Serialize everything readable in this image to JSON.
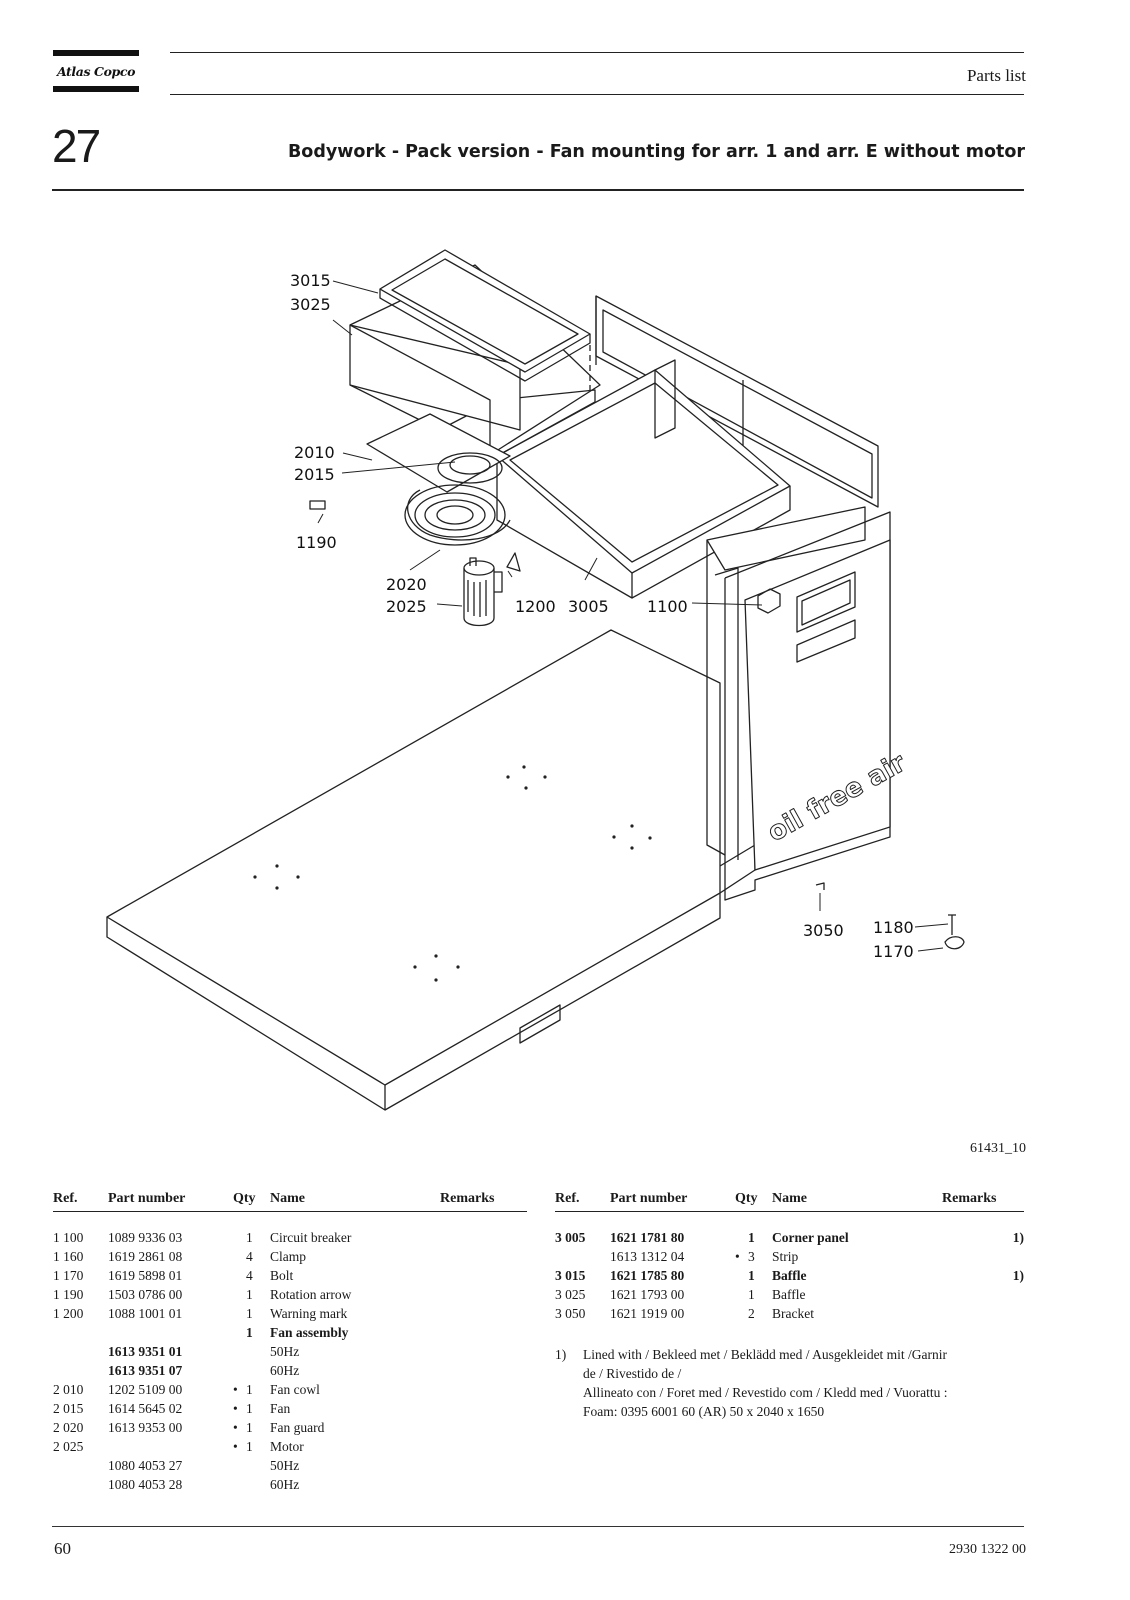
{
  "header": {
    "logo_text": "Atlas Copco",
    "label": "Parts list"
  },
  "section": {
    "number": "27",
    "title": "Bodywork - Pack version - Fan mounting for arr. 1 and arr. E without motor"
  },
  "drawing": {
    "id": "61431_10",
    "callouts": [
      "3015",
      "3025",
      "2010",
      "2015",
      "1190",
      "2020",
      "2025",
      "1200",
      "3005",
      "1100",
      "3050",
      "1180",
      "1170"
    ],
    "decal_text": "oil free air"
  },
  "table_headers": {
    "ref": "Ref.",
    "part_number": "Part number",
    "qty": "Qty",
    "name": "Name",
    "remarks": "Remarks"
  },
  "parts_left": [
    {
      "ref": "1 100",
      "part": "1089 9336 03",
      "dot": "",
      "qty": "1",
      "name": "Circuit breaker",
      "remarks": "",
      "bold": false
    },
    {
      "ref": "1 160",
      "part": "1619 2861 08",
      "dot": "",
      "qty": "4",
      "name": "Clamp",
      "remarks": "",
      "bold": false
    },
    {
      "ref": "1 170",
      "part": "1619 5898 01",
      "dot": "",
      "qty": "4",
      "name": "Bolt",
      "remarks": "",
      "bold": false
    },
    {
      "ref": "1 190",
      "part": "1503 0786 00",
      "dot": "",
      "qty": "1",
      "name": "Rotation arrow",
      "remarks": "",
      "bold": false
    },
    {
      "ref": "1 200",
      "part": "1088 1001 01",
      "dot": "",
      "qty": "1",
      "name": "Warning mark",
      "remarks": "",
      "bold": false
    },
    {
      "ref": "",
      "part": "",
      "dot": "",
      "qty": "1",
      "name": "Fan assembly",
      "remarks": "",
      "bold": true
    },
    {
      "ref": "",
      "part": "1613 9351 01",
      "dot": "",
      "qty": "",
      "name": "50Hz",
      "remarks": "",
      "bold": false,
      "bold_part": true
    },
    {
      "ref": "",
      "part": "1613 9351 07",
      "dot": "",
      "qty": "",
      "name": "60Hz",
      "remarks": "",
      "bold": false,
      "bold_part": true
    },
    {
      "ref": "2 010",
      "part": "1202 5109 00",
      "dot": "•",
      "qty": "1",
      "name": "Fan cowl",
      "remarks": "",
      "bold": false
    },
    {
      "ref": "2 015",
      "part": "1614 5645 02",
      "dot": "•",
      "qty": "1",
      "name": "Fan",
      "remarks": "",
      "bold": false
    },
    {
      "ref": "2 020",
      "part": "1613 9353 00",
      "dot": "•",
      "qty": "1",
      "name": "Fan guard",
      "remarks": "",
      "bold": false
    },
    {
      "ref": "2 025",
      "part": "",
      "dot": "•",
      "qty": "1",
      "name": "Motor",
      "remarks": "",
      "bold": false
    },
    {
      "ref": "",
      "part": "1080 4053 27",
      "dot": "",
      "qty": "",
      "name": "50Hz",
      "remarks": "",
      "bold": false
    },
    {
      "ref": "",
      "part": "1080 4053 28",
      "dot": "",
      "qty": "",
      "name": "60Hz",
      "remarks": "",
      "bold": false
    }
  ],
  "parts_right": [
    {
      "ref": "3 005",
      "part": "1621 1781 80",
      "dot": "",
      "qty": "1",
      "name": "Corner panel",
      "remarks": "1)",
      "bold": true
    },
    {
      "ref": "",
      "part": "1613 1312 04",
      "dot": "•",
      "qty": "3",
      "name": "Strip",
      "remarks": "",
      "bold": false
    },
    {
      "ref": "3 015",
      "part": "1621 1785 80",
      "dot": "",
      "qty": "1",
      "name": "Baffle",
      "remarks": "1)",
      "bold": true
    },
    {
      "ref": "3 025",
      "part": "1621 1793 00",
      "dot": "",
      "qty": "1",
      "name": "Baffle",
      "remarks": "",
      "bold": false
    },
    {
      "ref": "3 050",
      "part": "1621 1919 00",
      "dot": "",
      "qty": "2",
      "name": "Bracket",
      "remarks": "",
      "bold": false
    }
  ],
  "footnote": {
    "marker": "1)",
    "lines": [
      "Lined with  / Bekleed met / Beklädd med  / Ausgekleidet mit  /Garnir",
      "de / Rivestido de /",
      "Allineato con   / Foret med / Revestido com / Kledd med / Vuorattu :",
      "Foam: 0395 6001 60 (AR) 50 x 2040 x 1650"
    ]
  },
  "footer": {
    "page_number": "60",
    "doc_number": "2930 1322 00"
  }
}
